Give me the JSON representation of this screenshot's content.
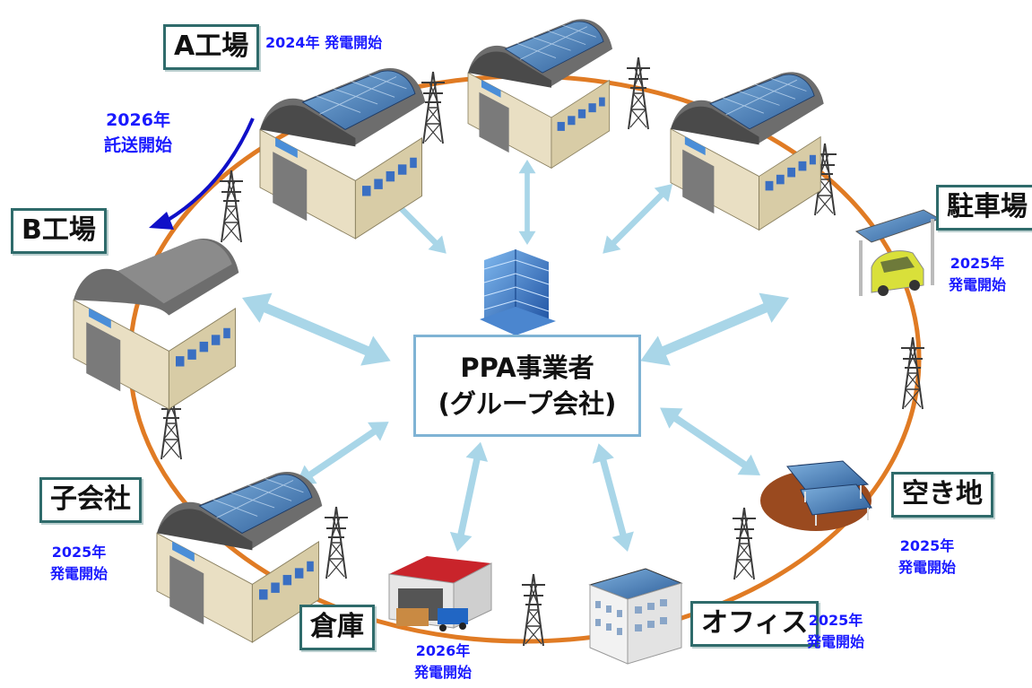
{
  "labels": {
    "a_factory": "A工場",
    "b_factory": "B工場",
    "subsidiary": "子会社",
    "warehouse": "倉庫",
    "office": "オフィス",
    "vacant_lot": "空き地",
    "parking": "駐車場"
  },
  "notes": {
    "a_factory_start": "2024年 発電開始",
    "transfer_year": "2026年",
    "transfer_text": "託送開始",
    "parking_year": "2025年",
    "parking_text": "発電開始",
    "vacant_year": "2025年",
    "vacant_text": "発電開始",
    "office_year": "2025年",
    "office_text": "発電開始",
    "warehouse_year": "2026年",
    "warehouse_text": "発電開始",
    "subsidiary_year": "2025年",
    "subsidiary_text": "発電開始"
  },
  "center": {
    "line1": "PPA事業者",
    "line2": "(グループ会社)"
  },
  "colors": {
    "grid_line": "#e07b24",
    "arrows": "#a9d6e8",
    "label_border": "#2f6b6b",
    "note_text": "#1a1aff",
    "transfer_arrow": "#1010c8"
  }
}
